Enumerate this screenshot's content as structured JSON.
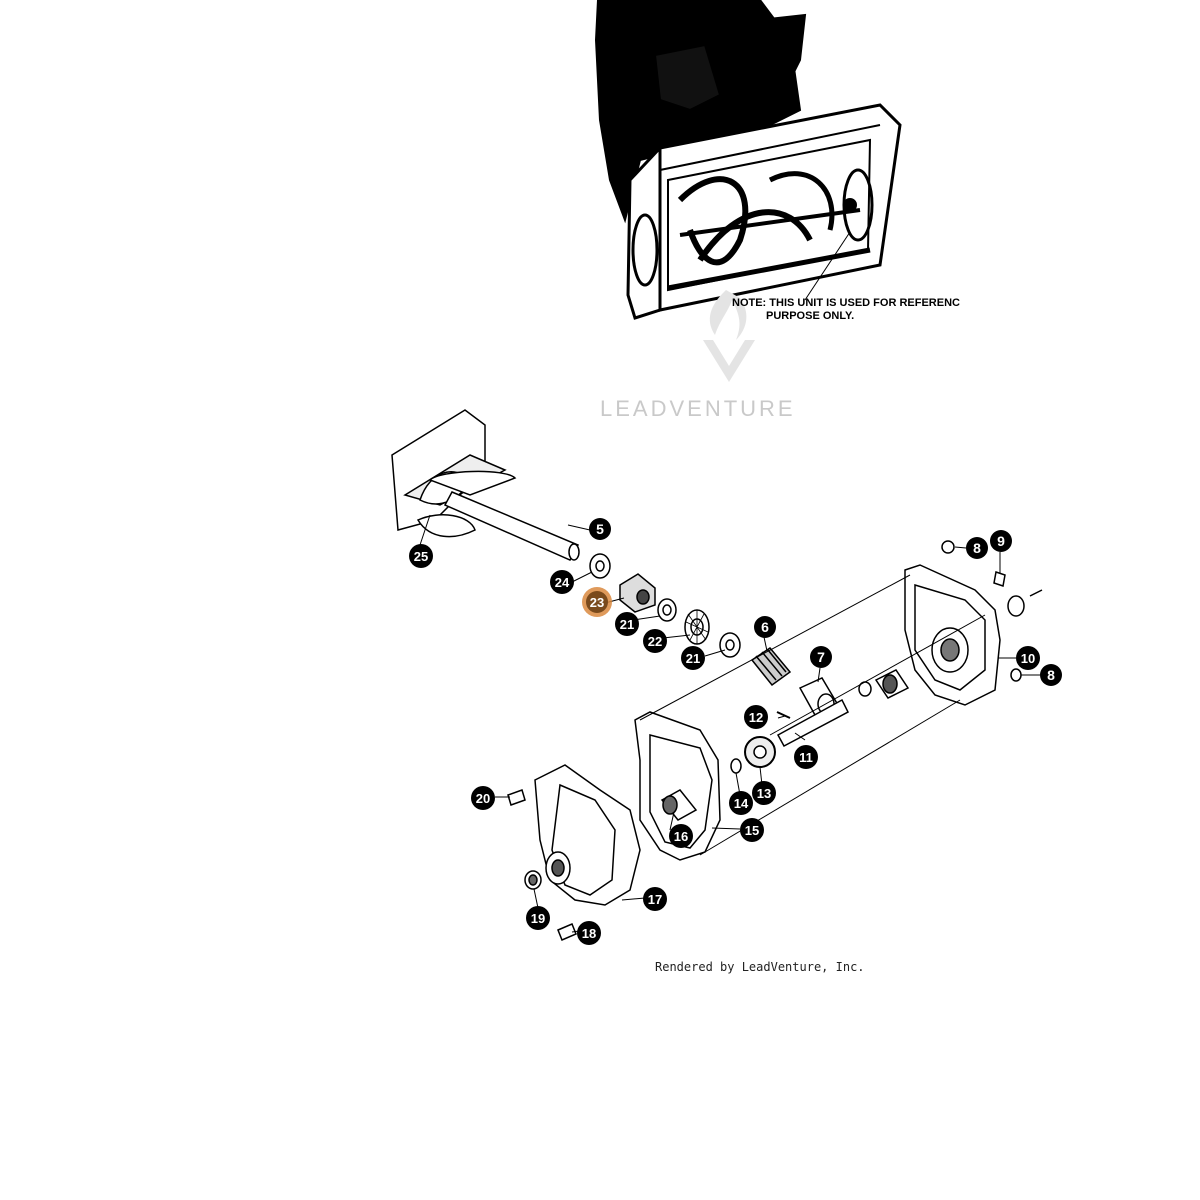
{
  "note": {
    "line1": "NOTE: THIS UNIT IS USED FOR REFERENC",
    "line2": "PURPOSE ONLY."
  },
  "watermark": {
    "text": "LEADVENTURE"
  },
  "footer": {
    "text": "Rendered by LeadVenture, Inc."
  },
  "highlight_color": "#d9883e",
  "callouts": [
    {
      "id": "5",
      "label": "5"
    },
    {
      "id": "6",
      "label": "6"
    },
    {
      "id": "7",
      "label": "7"
    },
    {
      "id": "8a",
      "label": "8"
    },
    {
      "id": "8b",
      "label": "8"
    },
    {
      "id": "9",
      "label": "9"
    },
    {
      "id": "10",
      "label": "10"
    },
    {
      "id": "11",
      "label": "11"
    },
    {
      "id": "12",
      "label": "12"
    },
    {
      "id": "13",
      "label": "13"
    },
    {
      "id": "14",
      "label": "14"
    },
    {
      "id": "15",
      "label": "15"
    },
    {
      "id": "16",
      "label": "16"
    },
    {
      "id": "17",
      "label": "17"
    },
    {
      "id": "18",
      "label": "18"
    },
    {
      "id": "19",
      "label": "19"
    },
    {
      "id": "20",
      "label": "20"
    },
    {
      "id": "21a",
      "label": "21"
    },
    {
      "id": "21b",
      "label": "21"
    },
    {
      "id": "22",
      "label": "22"
    },
    {
      "id": "23",
      "label": "23",
      "highlighted": true
    },
    {
      "id": "24",
      "label": "24"
    },
    {
      "id": "25",
      "label": "25"
    }
  ]
}
